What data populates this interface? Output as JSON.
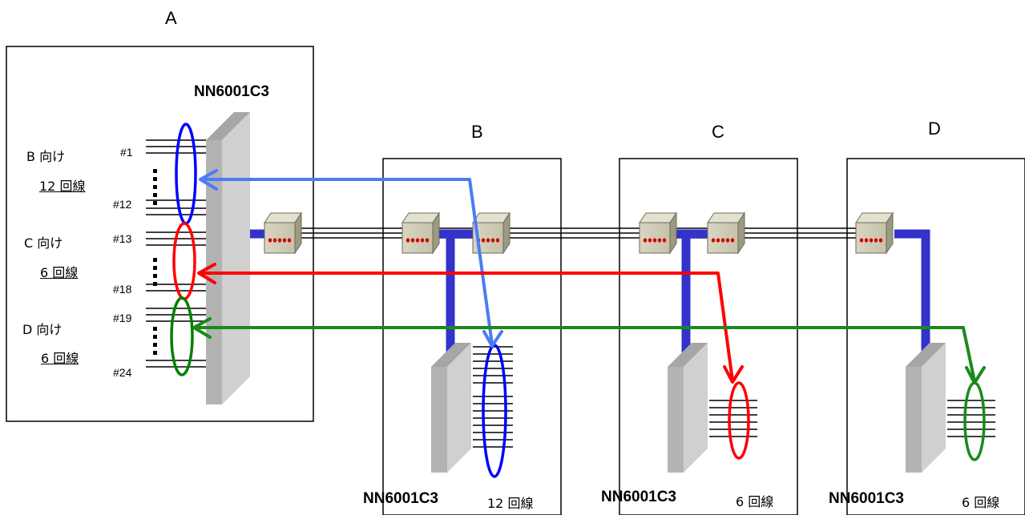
{
  "sites": {
    "a": {
      "label": "A"
    },
    "b": {
      "label": "B"
    },
    "c": {
      "label": "C"
    },
    "d": {
      "label": "D"
    }
  },
  "models": {
    "a": "NN6001C3",
    "b": "NN6001C3",
    "c": "NN6001C3",
    "d": "NN6001C3"
  },
  "remote_line_counts": {
    "b": "12 回線",
    "c": "6 回線",
    "d": "6 回線"
  },
  "groups": [
    {
      "dest": "B 向け",
      "count": "12 回線",
      "color": "#0000ff",
      "ports": [
        "#1",
        "#12"
      ]
    },
    {
      "dest": "C 向け",
      "count": "6 回線",
      "color": "#ff0000",
      "ports": [
        "#13",
        "#18"
      ]
    },
    {
      "dest": "D 向け",
      "count": "6 回線",
      "color": "#008000",
      "ports": [
        "#19",
        "#24"
      ]
    }
  ],
  "colors": {
    "trunk": "#3333cc",
    "arrow_b": "#4a7cf5",
    "arrow_c": "#ff0000",
    "arrow_d": "#1a8a1a",
    "device": "#c8c8c8",
    "connector": "#c9c7b0"
  },
  "icons": [
    "port-connector-icon",
    "device-chassis-icon"
  ]
}
